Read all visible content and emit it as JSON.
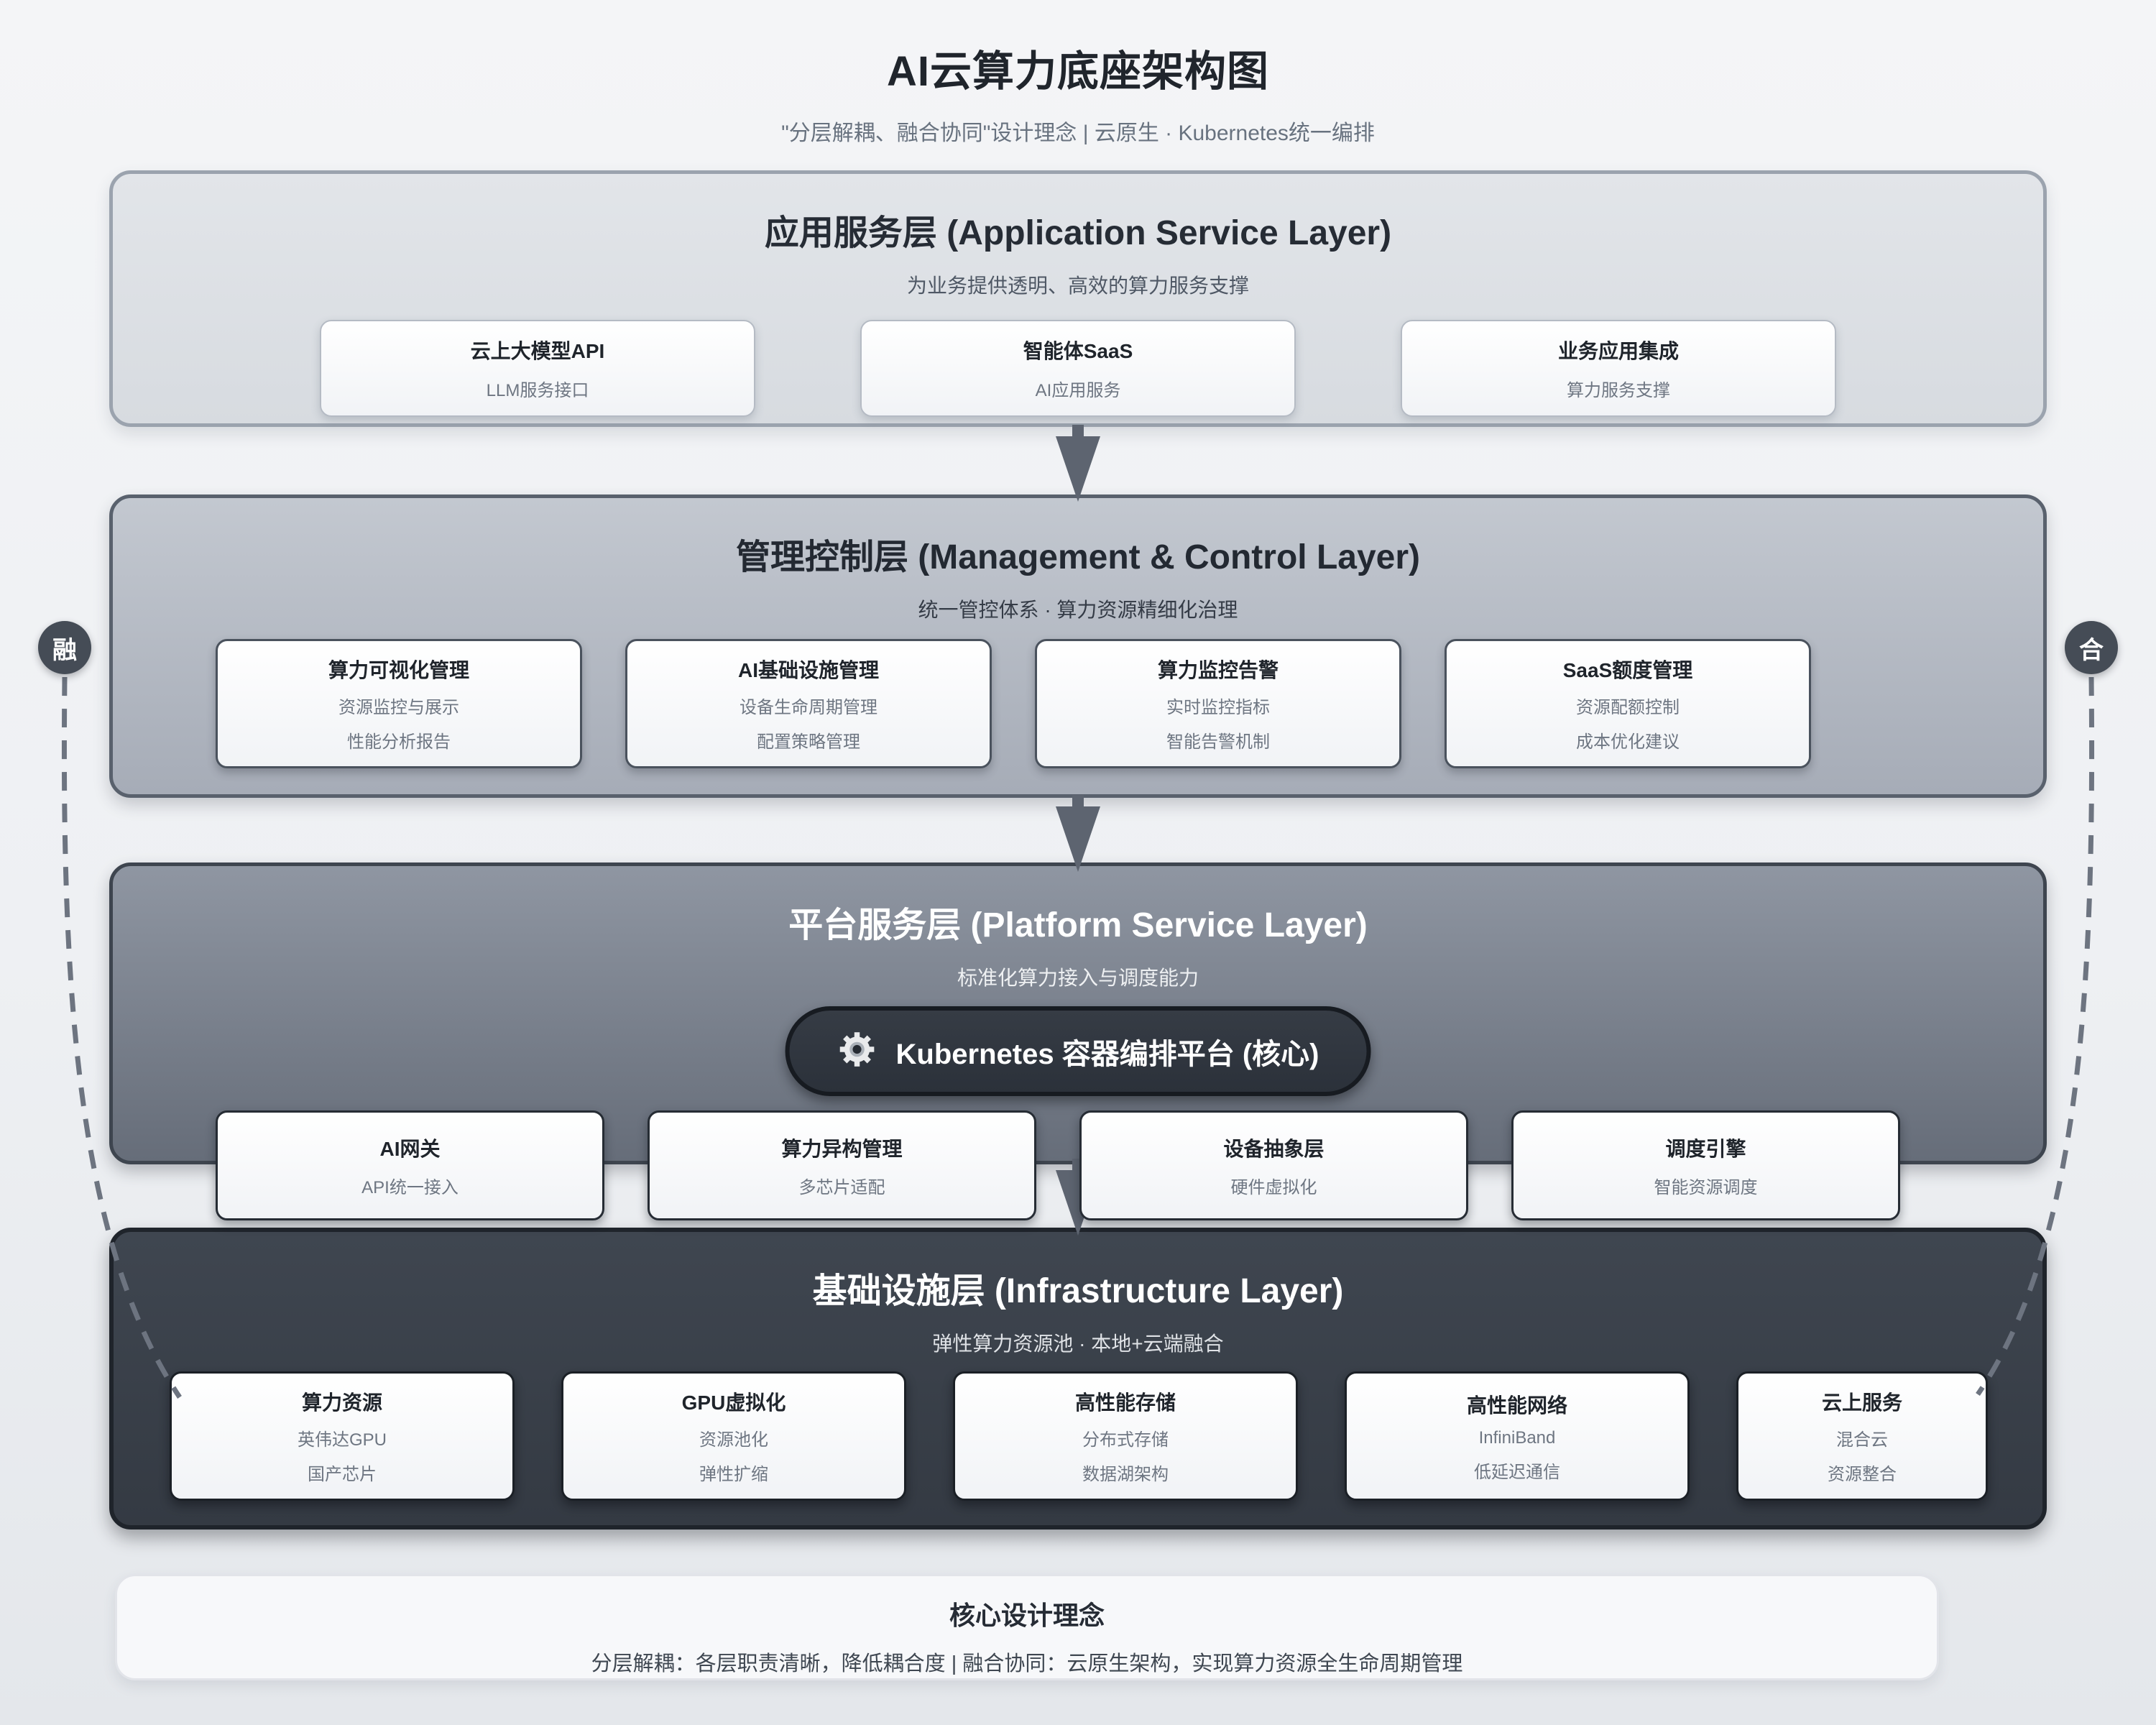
{
  "page": {
    "title": "AI云算力底座架构图",
    "subtitle": "\"分层解耦、融合协同\"设计理念 | 云原生 · Kubernetes统一编排"
  },
  "badges": {
    "left": "融",
    "right": "合"
  },
  "layers": [
    {
      "title": "应用服务层 (Application Service Layer)",
      "subtitle": "为业务提供透明、高效的算力服务支撑",
      "cards": [
        {
          "title": "云上大模型API",
          "lines": [
            "LLM服务接口"
          ]
        },
        {
          "title": "智能体SaaS",
          "lines": [
            "AI应用服务"
          ]
        },
        {
          "title": "业务应用集成",
          "lines": [
            "算力服务支撑"
          ]
        }
      ]
    },
    {
      "title": "管理控制层 (Management & Control Layer)",
      "subtitle": "统一管控体系 · 算力资源精细化治理",
      "cards": [
        {
          "title": "算力可视化管理",
          "lines": [
            "资源监控与展示",
            "性能分析报告"
          ]
        },
        {
          "title": "AI基础设施管理",
          "lines": [
            "设备生命周期管理",
            "配置策略管理"
          ]
        },
        {
          "title": "算力监控告警",
          "lines": [
            "实时监控指标",
            "智能告警机制"
          ]
        },
        {
          "title": "SaaS额度管理",
          "lines": [
            "资源配额控制",
            "成本优化建议"
          ]
        }
      ]
    },
    {
      "title": "平台服务层 (Platform Service Layer)",
      "subtitle": "标准化算力接入与调度能力",
      "core_label": "Kubernetes 容器编排平台 (核心)",
      "core_icon": "gear-icon",
      "cards": [
        {
          "title": "AI网关",
          "lines": [
            "API统一接入"
          ]
        },
        {
          "title": "算力异构管理",
          "lines": [
            "多芯片适配"
          ]
        },
        {
          "title": "设备抽象层",
          "lines": [
            "硬件虚拟化"
          ]
        },
        {
          "title": "调度引擎",
          "lines": [
            "智能资源调度"
          ]
        }
      ]
    },
    {
      "title": "基础设施层 (Infrastructure Layer)",
      "subtitle": "弹性算力资源池 · 本地+云端融合",
      "cards": [
        {
          "title": "算力资源",
          "lines": [
            "英伟达GPU",
            "国产芯片"
          ]
        },
        {
          "title": "GPU虚拟化",
          "lines": [
            "资源池化",
            "弹性扩缩"
          ]
        },
        {
          "title": "高性能存储",
          "lines": [
            "分布式存储",
            "数据湖架构"
          ]
        },
        {
          "title": "高性能网络",
          "lines": [
            "InfiniBand",
            "低延迟通信"
          ]
        },
        {
          "title": "云上服务",
          "lines": [
            "混合云",
            "资源整合"
          ]
        }
      ]
    }
  ],
  "footer": {
    "title": "核心设计理念",
    "text": "分层解耦：各层职责清晰，降低耦合度 | 融合协同：云原生架构，实现算力资源全生命周期管理"
  },
  "colors": {
    "app_layer_bg": "#dadde2",
    "mgmt_layer_bg": "#b3b9c2",
    "platform_layer_bg": "#7b828e",
    "infra_layer_bg": "#3a414b",
    "card_bg": "#fafbfc",
    "pill_bg": "#30363f",
    "badge_bg": "#454c56",
    "arrow": "#5d6470",
    "dashed_line": "#6d7480"
  }
}
